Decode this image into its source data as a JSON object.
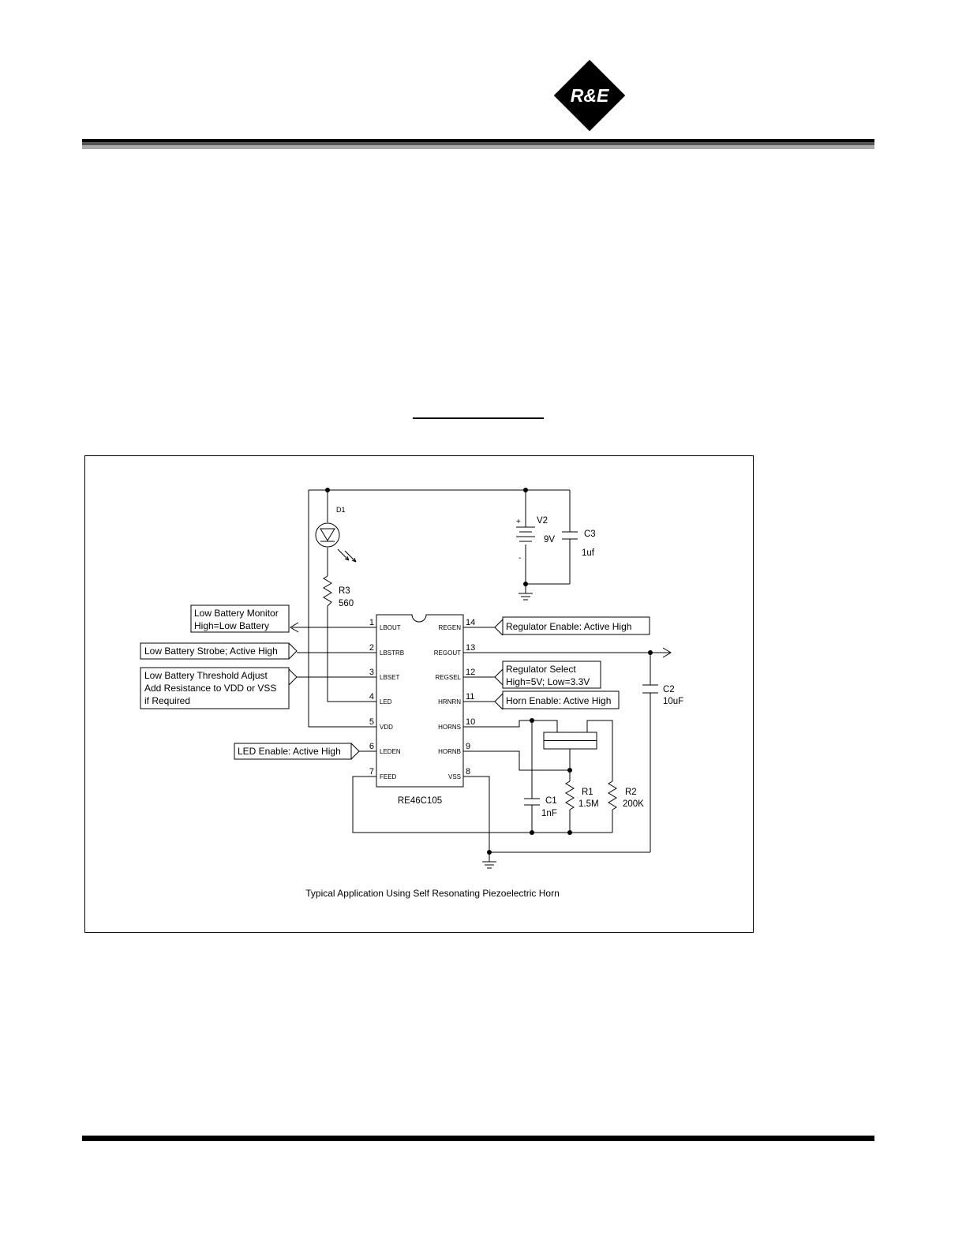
{
  "header": {
    "logo_text": "R&E"
  },
  "diagram": {
    "caption": "Typical Application Using Self Resonating Piezoelectric Horn",
    "ic": {
      "name": "RE46C105",
      "left_pins": [
        {
          "num": "1",
          "name": "LBOUT"
        },
        {
          "num": "2",
          "name": "LBSTRB"
        },
        {
          "num": "3",
          "name": "LBSET"
        },
        {
          "num": "4",
          "name": "LED"
        },
        {
          "num": "5",
          "name": "VDD"
        },
        {
          "num": "6",
          "name": "LEDEN"
        },
        {
          "num": "7",
          "name": "FEED"
        }
      ],
      "right_pins": [
        {
          "num": "14",
          "name": "REGEN"
        },
        {
          "num": "13",
          "name": "REGOUT"
        },
        {
          "num": "12",
          "name": "REGSEL"
        },
        {
          "num": "11",
          "name": "HRNRN"
        },
        {
          "num": "10",
          "name": "HORNS"
        },
        {
          "num": "9",
          "name": "HORNB"
        },
        {
          "num": "8",
          "name": "VSS"
        }
      ]
    },
    "components": {
      "d1": {
        "ref": "D1"
      },
      "r3": {
        "ref": "R3",
        "value": "560"
      },
      "v2": {
        "ref": "V2",
        "value": "9V",
        "plus": "+",
        "minus": "-"
      },
      "c3": {
        "ref": "C3",
        "value": "1uf"
      },
      "c2": {
        "ref": "C2",
        "value": "10uF"
      },
      "c1": {
        "ref": "C1",
        "value": "1nF"
      },
      "r1": {
        "ref": "R1",
        "value": "1.5M"
      },
      "r2": {
        "ref": "R2",
        "value": "200K"
      }
    },
    "signals": {
      "lbout": [
        "Low Battery Monitor",
        "High=Low Battery"
      ],
      "lbstrb": [
        "Low Battery Strobe; Active High"
      ],
      "lbset": [
        "Low Battery Threshold Adjust",
        "Add Resistance to VDD or VSS",
        "if Required"
      ],
      "leden": [
        "LED Enable: Active High"
      ],
      "regen": [
        "Regulator Enable: Active High"
      ],
      "regsel": [
        "Regulator Select",
        "High=5V; Low=3.3V"
      ],
      "hrnrn": [
        "Horn Enable: Active High"
      ]
    }
  }
}
